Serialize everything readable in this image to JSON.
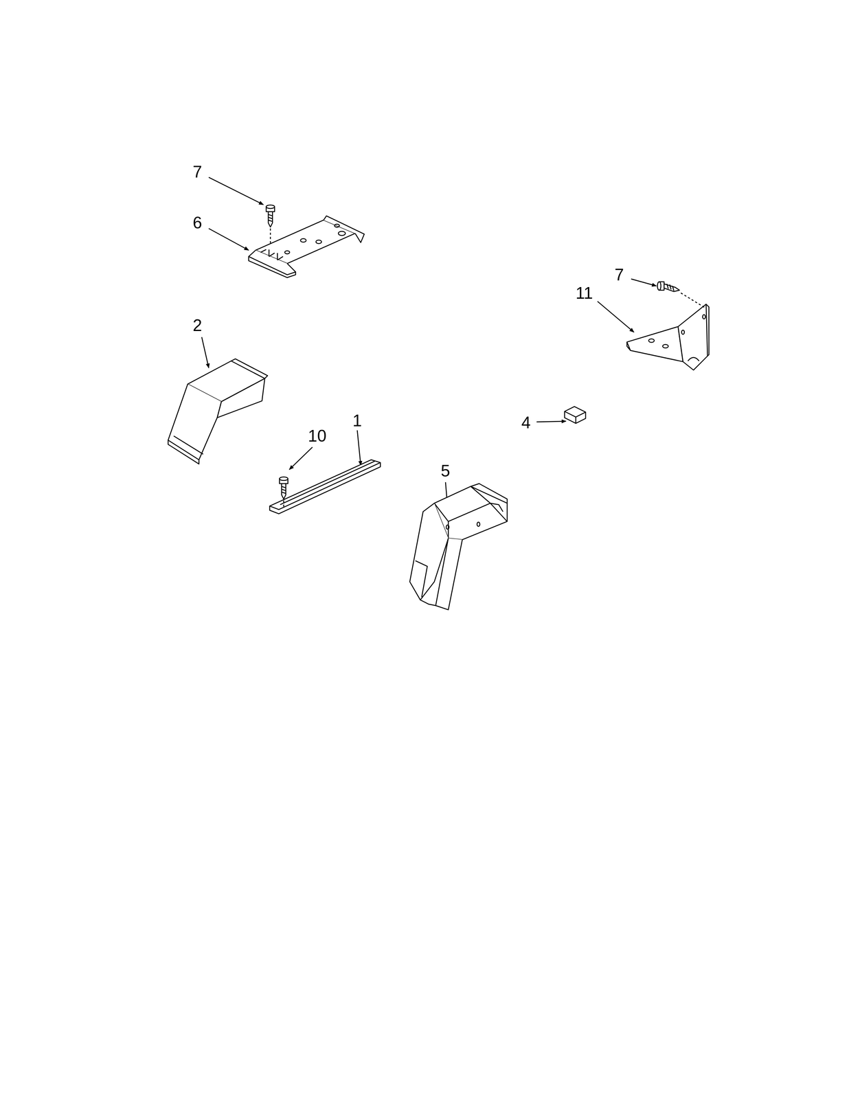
{
  "diagram": {
    "labels": [
      "7",
      "6",
      "7",
      "11",
      "2",
      "1",
      "4",
      "10",
      "5"
    ]
  }
}
